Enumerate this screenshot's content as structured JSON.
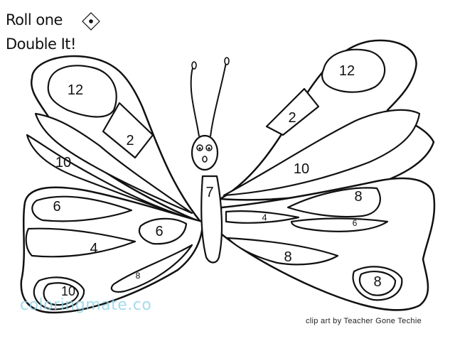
{
  "title": {
    "line1": "Roll one",
    "line2": "Double It!"
  },
  "credit": "clip art by Teacher Gone Techie",
  "watermark": "coloringmate.co",
  "icons": {
    "die": "die-one-pip-icon"
  },
  "body_label": "7",
  "left_wing_numbers": [
    "12",
    "2",
    "10",
    "6",
    "6",
    "4",
    "8",
    "10"
  ],
  "right_wing_numbers": [
    "12",
    "2",
    "10",
    "8",
    "4",
    "6",
    "8",
    "8"
  ]
}
